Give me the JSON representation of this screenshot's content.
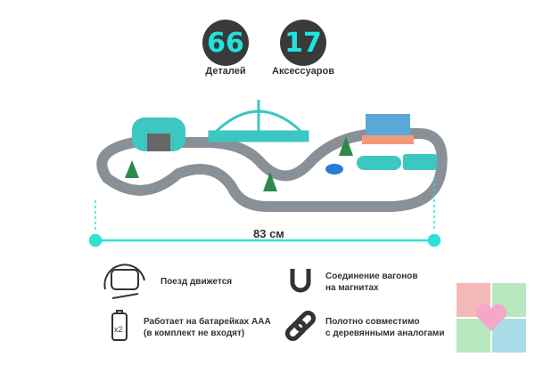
{
  "stats": [
    {
      "value": "66",
      "label": "Деталей"
    },
    {
      "value": "17",
      "label": "Аксессуаров"
    }
  ],
  "dimension": {
    "label": "83 см"
  },
  "features": [
    {
      "icon": "train-icon",
      "text": "Поезд движется"
    },
    {
      "icon": "magnet-icon",
      "text": "Соединение вагонов\nна магнитах"
    },
    {
      "icon": "battery-x2-icon",
      "text": "Работает на батарейках ААА\n(в комплект не входят)"
    },
    {
      "icon": "chain-link-icon",
      "text": "Полотно совместимо\nс деревянными аналогами"
    }
  ],
  "colors": {
    "accent": "#2fe0d6",
    "dark": "#3a3a3a",
    "track": "#8a9097",
    "teal_toy": "#3cc7c0"
  }
}
